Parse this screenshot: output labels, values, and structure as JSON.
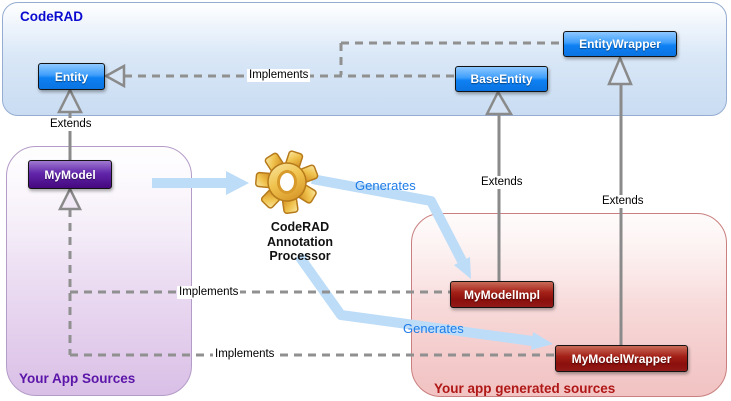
{
  "containers": {
    "coderad": {
      "label": "CodeRAD"
    },
    "app_sources": {
      "label": "Your App Sources"
    },
    "generated_sources": {
      "label": "Your app generated sources"
    }
  },
  "nodes": {
    "entity": {
      "label": "Entity"
    },
    "base_entity": {
      "label": "BaseEntity"
    },
    "entity_wrapper": {
      "label": "EntityWrapper"
    },
    "my_model": {
      "label": "MyModel"
    },
    "my_model_impl": {
      "label": "MyModelImpl"
    },
    "my_model_wrapper": {
      "label": "MyModelWrapper"
    }
  },
  "processor": {
    "line1": "CodeRAD",
    "line2": "Annotation",
    "line3": "Processor"
  },
  "edges": {
    "mymodel_extends_entity": "Extends",
    "mymodelimpl_extends_baseentity": "Extends",
    "mymodelwrapper_extends_entitywrapper": "Extends",
    "implements_entity": "Implements",
    "mymodelimpl_implements_mymodel": "Implements",
    "mymodelwrapper_implements_mymodel": "Implements",
    "generates_impl": "Generates",
    "generates_wrapper": "Generates"
  },
  "colors": {
    "node_blue": "#0b7ff2",
    "node_purple": "#45087e",
    "node_red": "#8a0f0d",
    "coderad_text": "#0b0bd0",
    "app_sources_text": "#5b15a8",
    "generated_sources_text": "#b01717",
    "generates_text": "#1f7ce8",
    "connector_gray": "#8a8a8a",
    "arrow_blue": "#bcdcf8",
    "gear_gold": "#e8b33c"
  }
}
